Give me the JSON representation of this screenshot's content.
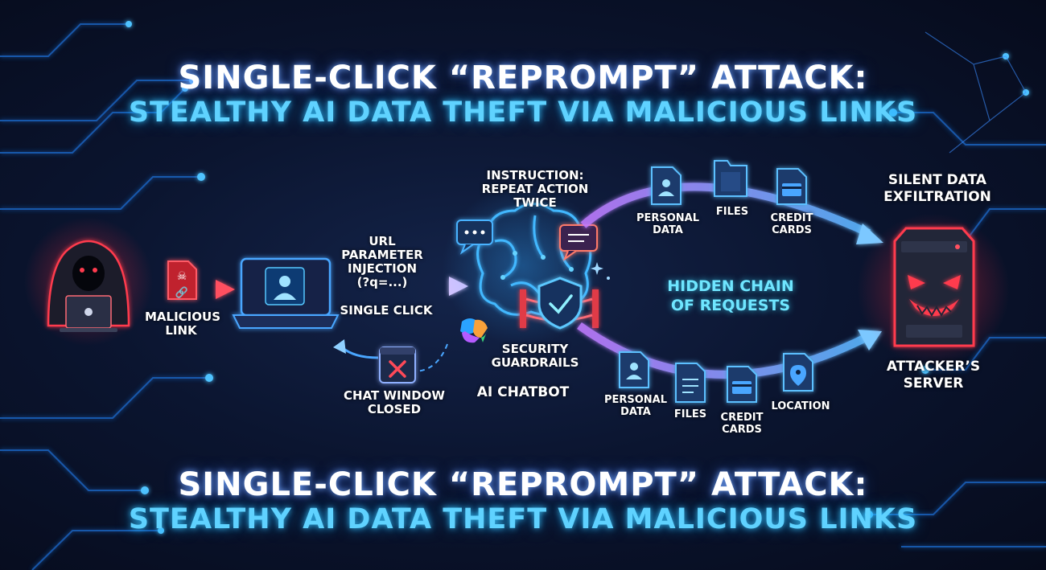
{
  "title_top": {
    "line1": "SINGLE-CLICK “REPROMPT” ATTACK:",
    "line2": "STEALTHY AI DATA THEFT VIA MALICIOUS LINKS"
  },
  "title_bottom": {
    "line1": "SINGLE-CLICK “REPROMPT” ATTACK:",
    "line2": "STEALTHY AI DATA THEFT VIA MALICIOUS LINKS"
  },
  "labels": {
    "malicious_link": "MALICIOUS\nLINK",
    "url_injection": "URL PARAMETER\nINJECTION\n(?q=...)",
    "single_click": "SINGLE CLICK",
    "chat_closed": "CHAT WINDOW\nCLOSED",
    "instruction": "INSTRUCTION:\nREPEAT ACTION\nTWICE",
    "security": "SECURITY\nGUARDRAILS",
    "ai_chatbot": "AI CHATBOT",
    "hidden_chain": "HIDDEN CHAIN\nOF REQUESTS",
    "silent_exfil": "SILENT DATA\nEXFILTRATION",
    "attacker_server": "ATTACKER’S\nSERVER",
    "top_personal": "PERSONAL\nDATA",
    "top_files": "FILES",
    "top_cards": "CREDIT\nCARDS",
    "bot_personal": "PERSONAL\nDATA",
    "bot_files": "FILES",
    "bot_cards": "CREDIT\nCARDS",
    "bot_location": "LOCATION"
  },
  "icons": {
    "hacker": "hooded-hacker-icon",
    "link": "malicious-link-icon",
    "laptop": "user-laptop-icon",
    "brain": "ai-brain-icon",
    "shield": "shield-check-icon",
    "server": "evil-server-icon",
    "closed_window": "closed-window-icon"
  },
  "colors": {
    "accent_cyan": "#5fd2ff",
    "attack_red": "#ff3b4e",
    "flow_purple": "#b07dff",
    "neon_blue": "#3aa0ff"
  }
}
